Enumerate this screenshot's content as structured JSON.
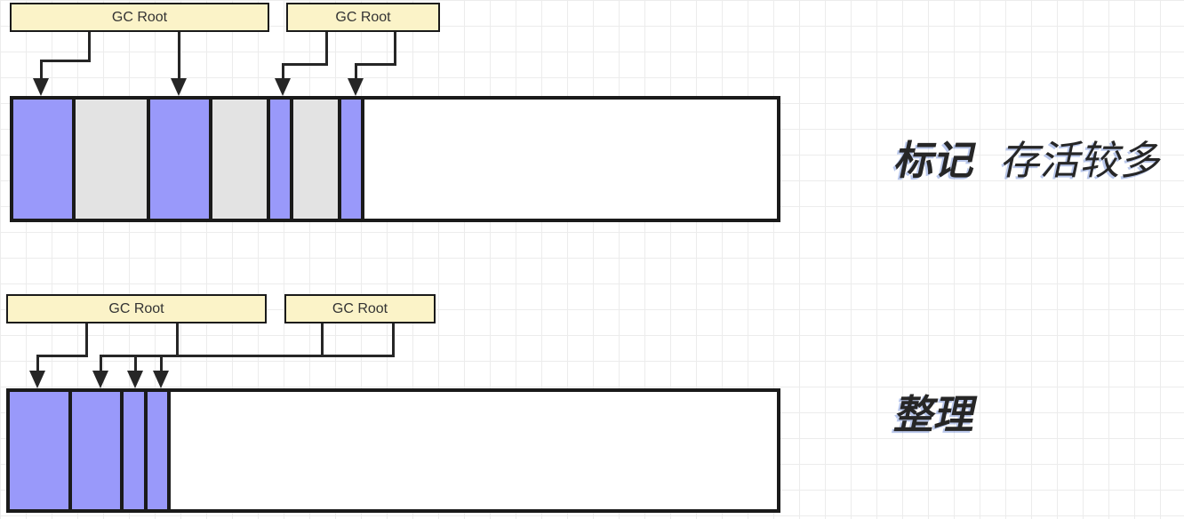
{
  "labels": {
    "gc_root": "GC Root",
    "mark": "标记",
    "mark_note": "存活较多",
    "compact": "整理"
  },
  "colors": {
    "live_object": "#9999FA",
    "garbage_object": "#E3E3E3",
    "free_space": "#FFFFFF",
    "gc_root_fill": "#FBF3C8",
    "outline": "#1A1A1A",
    "connector_line": "#262626",
    "caption_text": "#262626",
    "grid_line": "#ECECEC",
    "background": "#FFFFFF"
  },
  "mark_section": {
    "gc_root_box_count": 2,
    "heap_segments": [
      {
        "type": "live",
        "width": 70
      },
      {
        "type": "dead",
        "width": 84
      },
      {
        "type": "live",
        "width": 70
      },
      {
        "type": "dead",
        "width": 65
      },
      {
        "type": "live",
        "width": 26
      },
      {
        "type": "dead",
        "width": 54
      },
      {
        "type": "live",
        "width": 26
      },
      {
        "type": "free",
        "flex": true
      }
    ]
  },
  "compact_section": {
    "gc_root_box_count": 2,
    "heap_segments": [
      {
        "type": "live",
        "width": 70
      },
      {
        "type": "live",
        "width": 58
      },
      {
        "type": "live",
        "width": 27
      },
      {
        "type": "live",
        "width": 26
      },
      {
        "type": "free",
        "flex": true
      }
    ]
  }
}
